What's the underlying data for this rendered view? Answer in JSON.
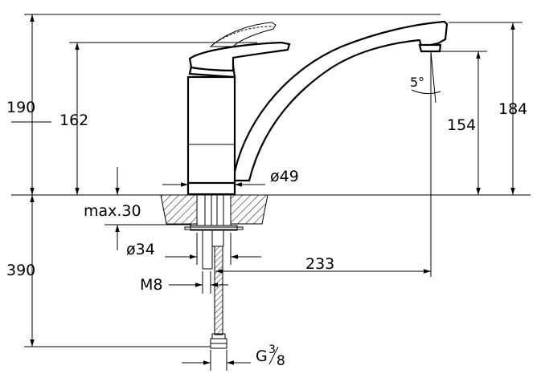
{
  "dimensions": {
    "overall_height": "190",
    "lever_height": "162",
    "spout_height": "154",
    "spout_top_height": "184",
    "below_counter": "390",
    "body_diameter": "ø49",
    "hole_diameter": "ø34",
    "max_counter_thickness": "max.30",
    "spout_reach": "233",
    "thread": "M8",
    "connection_prefix": "G",
    "connection_num": "3",
    "connection_den": "8",
    "aerator_angle": "5°"
  },
  "colors": {
    "line": "#000000",
    "background": "#ffffff"
  }
}
